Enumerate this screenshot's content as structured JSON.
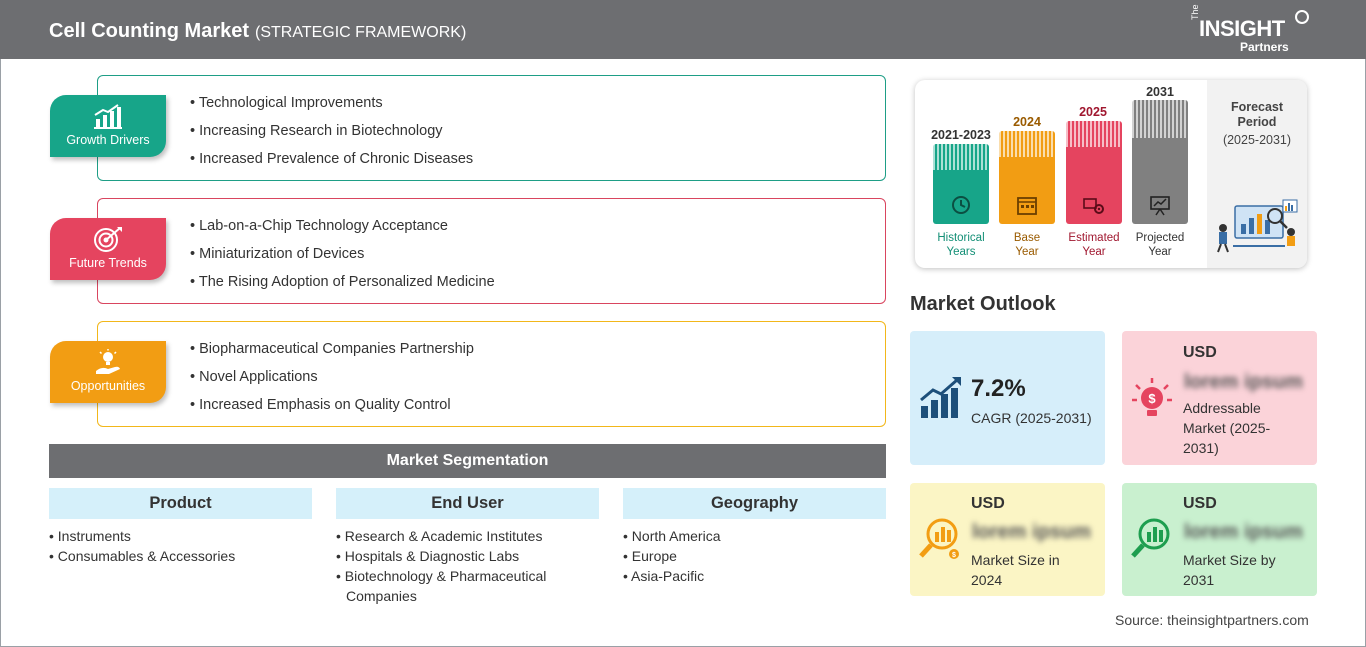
{
  "header": {
    "title": "Cell Counting Market",
    "subtitle": "(STRATEGIC FRAMEWORK)",
    "logo": {
      "the": "The",
      "insight": "INSIGHT",
      "partners": "Partners"
    }
  },
  "framework": [
    {
      "label": "Growth Drivers",
      "icon": "growth-chart-icon",
      "color": "#17a589",
      "items": [
        "Technological Improvements",
        "Increasing Research in Biotechnology",
        "Increased Prevalence of Chronic Diseases"
      ]
    },
    {
      "label": "Future Trends",
      "icon": "target-icon",
      "color": "#e5445f",
      "items": [
        "Lab-on-a-Chip Technology Acceptance",
        "Miniaturization of Devices",
        "The Rising Adoption of Personalized Medicine"
      ]
    },
    {
      "label": "Opportunities",
      "icon": "idea-hand-icon",
      "color": "#f29d13",
      "items": [
        "Biopharmaceutical Companies Partnership",
        "Novel Applications",
        "Increased Emphasis on Quality Control"
      ]
    }
  ],
  "segmentation": {
    "title": "Market Segmentation",
    "columns": [
      {
        "header": "Product",
        "items": [
          "Instruments",
          "Consumables & Accessories"
        ]
      },
      {
        "header": "End User",
        "items": [
          "Research & Academic Institutes",
          "Hospitals & Diagnostic Labs",
          "Biotechnology & Pharmaceutical Companies"
        ]
      },
      {
        "header": "Geography",
        "items": [
          "North America",
          "Europe",
          "Asia-Pacific"
        ]
      }
    ]
  },
  "timeline": {
    "periods": [
      {
        "year": "2021-2023",
        "label_1": "Historical",
        "label_2": "Years",
        "color": "#17a589",
        "text_color": "#138f76",
        "icon": "history-icon"
      },
      {
        "year": "2024",
        "label_1": "Base",
        "label_2": "Year",
        "color": "#f29d13",
        "text_color": "#9a5b00",
        "icon": "calendar-icon"
      },
      {
        "year": "2025",
        "label_1": "Estimated",
        "label_2": "Year",
        "color": "#e5445f",
        "text_color": "#a0172f",
        "icon": "gears-icon"
      },
      {
        "year": "2031",
        "label_1": "Projected",
        "label_2": "Year",
        "color": "#808080",
        "text_color": "#333333",
        "icon": "presentation-icon"
      }
    ],
    "forecast_label": "Forecast Period",
    "forecast_range": "(2025-2031)"
  },
  "outlook": {
    "title": "Market Outlook",
    "cagr": {
      "value": "7.2%",
      "label": "CAGR (2025-2031)"
    },
    "addressable": {
      "currency": "USD",
      "value": "lorem ipsum",
      "label": "Addressable Market (2025-2031)"
    },
    "size_2024": {
      "currency": "USD",
      "value": "lorem ipsum",
      "label": "Market Size in 2024"
    },
    "size_2031": {
      "currency": "USD",
      "value": "lorem ipsum",
      "label": "Market Size by 2031"
    }
  },
  "source": "Source: theinsightpartners.com"
}
